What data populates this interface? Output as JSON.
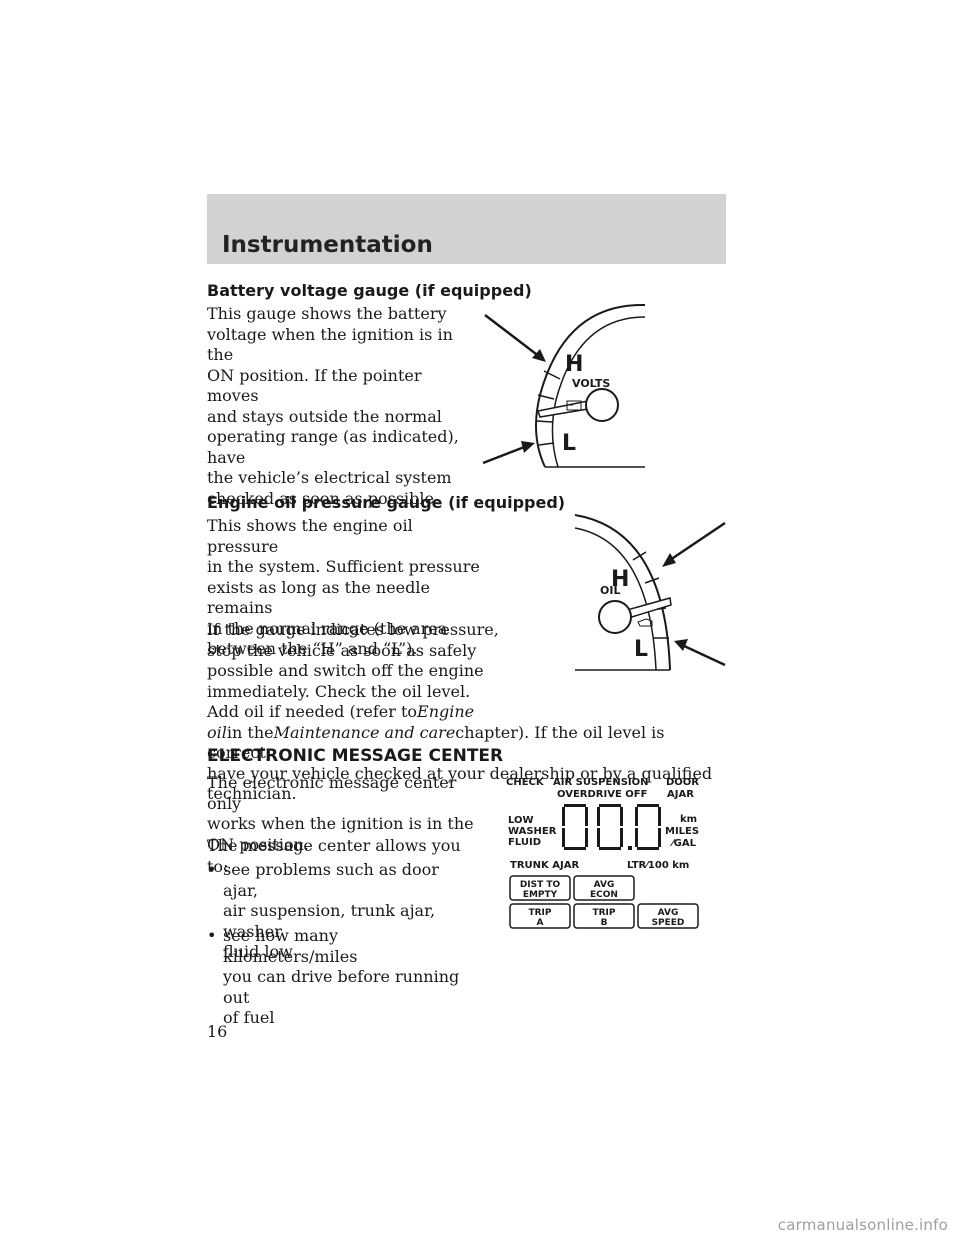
{
  "header": {
    "title": "Instrumentation"
  },
  "battery": {
    "heading": "Battery voltage gauge (if equipped)",
    "lines": [
      "This gauge shows the battery",
      "voltage when the ignition is in the",
      "ON position. If the pointer moves",
      "and stays outside the normal",
      "operating range (as indicated), have",
      "the vehicle’s electrical system",
      "checked as soon as possible."
    ],
    "gauge": {
      "high": "H",
      "low": "L",
      "label": "VOLTS"
    }
  },
  "oil": {
    "heading": "Engine oil pressure gauge (if equipped)",
    "para1_lines": [
      "This shows the engine oil pressure",
      "in the system. Sufficient pressure",
      "exists as long as the needle remains",
      "in the normal range (the area",
      "between the “H” and “L”)."
    ],
    "para2_lines": [
      "If the gauge indicates low pressure,",
      "stop the vehicle as soon as safely",
      "possible and switch off the engine",
      "immediately. Check the oil level.",
      "Add oil if needed (refer to"
    ],
    "para2_ref_italic": "Engine",
    "para2_line6_italic": "oil",
    "para2_line6_mid": "in the",
    "para2_line6_italic2": "Maintenance and care",
    "para2_line6_end": "chapter). If the oil level is correct,",
    "para2_line7": "have your vehicle checked at your dealership or by a qualified",
    "para2_line8": "technician.",
    "gauge": {
      "high": "H",
      "low": "L",
      "label": "OIL"
    }
  },
  "emc": {
    "heading": "ELECTRONIC MESSAGE CENTER",
    "intro_lines": [
      "The electronic message center only",
      "works when the ignition is in the",
      "ON position."
    ],
    "allows": "The message center allows you to:",
    "bullets": [
      [
        "see problems such as door ajar,",
        "air suspension, trunk ajar, washer",
        "fluid low"
      ],
      [
        "see how many kilometers/miles",
        "you can drive before running out",
        "of fuel"
      ]
    ],
    "bullet_char": "•",
    "display": {
      "check": "CHECK",
      "air_suspension": "AIR SUSPENSION",
      "overdrive_off": "OVERDRIVE OFF",
      "door": "DOOR",
      "ajar": "AJAR",
      "low": "LOW",
      "washer": "WASHER",
      "fluid": "FLUID",
      "km": "km",
      "miles": "MILES",
      "gal": "⁄GAL",
      "trunk_ajar": "TRUNK AJAR",
      "ltr100km": "LTR⁄100 km",
      "buttons": [
        {
          "line1": "DIST TO",
          "line2": "EMPTY"
        },
        {
          "line1": "AVG",
          "line2": "ECON"
        },
        {
          "line1": "TRIP",
          "line2": "A"
        },
        {
          "line1": "TRIP",
          "line2": "B"
        },
        {
          "line1": "AVG",
          "line2": "SPEED"
        }
      ]
    }
  },
  "page_number": "16",
  "watermark": "carmanualsonline.info",
  "colors": {
    "header_band": "#d2d2d2",
    "arrow": "#1a1a1a"
  }
}
